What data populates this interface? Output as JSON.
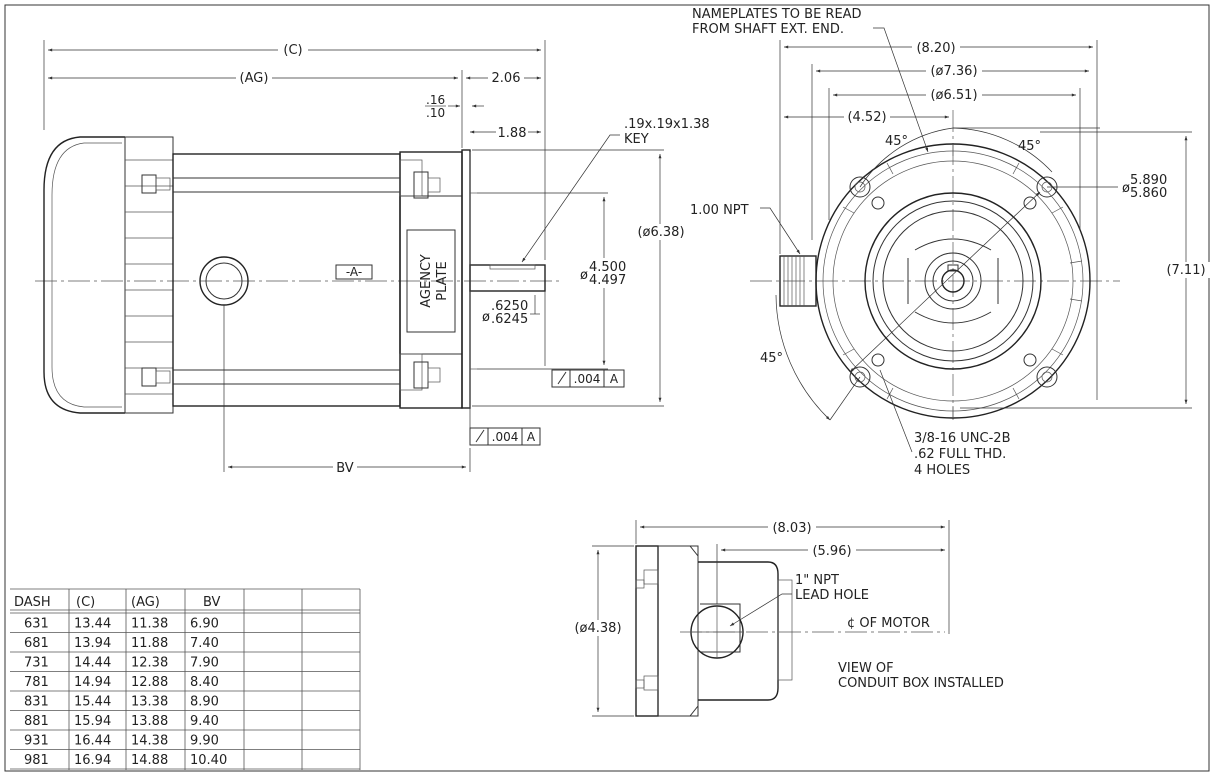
{
  "side_view": {
    "dim_c": "(C)",
    "dim_ag": "(AG)",
    "dim_206": "2.06",
    "dim_16": ".16",
    "dim_10": ".10",
    "dim_188": "1.88",
    "key_line1": ".19x.19x1.38",
    "key_line2": "KEY",
    "dim_d638": "(ø6.38)",
    "dim_pilot_phi": "ø",
    "dim_pilot_hi": "4.500",
    "dim_pilot_lo": "4.497",
    "dim_shaft_phi": "ø",
    "dim_shaft_hi": ".6250",
    "dim_shaft_lo": ".6245",
    "datum_a": "-A-",
    "agency_line1": "AGENCY",
    "agency_line2": "PLATE",
    "fcf1_value": ".004",
    "fcf1_datum": "A",
    "fcf2_value": ".004",
    "fcf2_datum": "A",
    "dim_bv": "BV"
  },
  "end_view": {
    "nameplate_line1": "NAMEPLATES TO BE READ",
    "nameplate_line2": "FROM SHAFT EXT. END.",
    "dim_820": "(8.20)",
    "dim_736": "(ø7.36)",
    "dim_651": "(ø6.51)",
    "dim_452": "(4.52)",
    "angle_45_a": "45°",
    "angle_45_b": "45°",
    "angle_45_c": "45°",
    "npt": "1.00 NPT",
    "bc_phi": "ø",
    "bc_hi": "5.890",
    "bc_lo": "5.860",
    "dim_711": "(7.11)",
    "hole_line1": "3/8-16 UNC-2B",
    "hole_line2": ".62 FULL THD.",
    "hole_line3": "4 HOLES"
  },
  "conduit_view": {
    "dim_803": "(8.03)",
    "dim_596": "(5.96)",
    "dim_438": "(ø4.38)",
    "lead_line1": "1\" NPT",
    "lead_line2": "LEAD HOLE",
    "cl_motor": "¢ OF MOTOR",
    "caption_line1": "VIEW OF",
    "caption_line2": "CONDUIT BOX INSTALLED"
  },
  "dash_table": {
    "headers": [
      "DASH",
      "(C)",
      "(AG)",
      "BV"
    ],
    "rows": [
      [
        "631",
        "13.44",
        "11.38",
        "6.90"
      ],
      [
        "681",
        "13.94",
        "11.88",
        "7.40"
      ],
      [
        "731",
        "14.44",
        "12.38",
        "7.90"
      ],
      [
        "781",
        "14.94",
        "12.88",
        "8.40"
      ],
      [
        "831",
        "15.44",
        "13.38",
        "8.90"
      ],
      [
        "881",
        "15.94",
        "13.88",
        "9.40"
      ],
      [
        "931",
        "16.44",
        "14.38",
        "9.90"
      ],
      [
        "981",
        "16.94",
        "14.88",
        "10.40"
      ]
    ]
  }
}
